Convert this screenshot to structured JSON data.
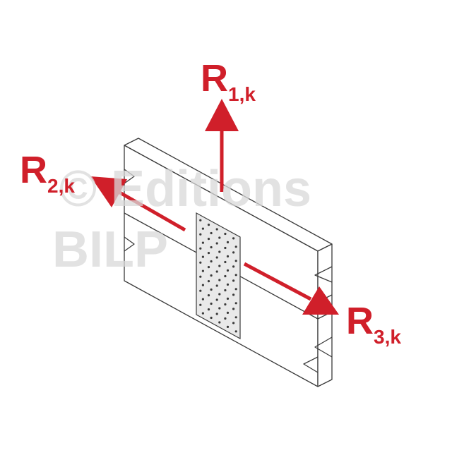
{
  "watermark": {
    "line1": "© Editions",
    "line2": "BILP"
  },
  "forces": [
    {
      "symbol": "R",
      "subscript": "1,k"
    },
    {
      "symbol": "R",
      "subscript": "2,k"
    },
    {
      "symbol": "R",
      "subscript": "3,k"
    }
  ],
  "colors": {
    "arrow": "#d01f2a",
    "outline": "#3a3a3a",
    "plate": "#e9e9e9",
    "watermark": "#d9d9d9"
  }
}
